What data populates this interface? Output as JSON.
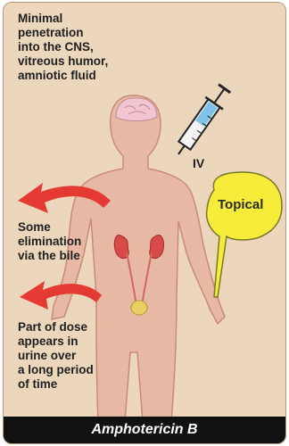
{
  "labels": {
    "cns": [
      "Minimal",
      "penetration",
      "into the CNS,",
      "vitreous humor,",
      "amniotic fluid"
    ],
    "iv": "IV",
    "topical": "Topical",
    "bile": [
      "Some",
      "elimination",
      "via the bile"
    ],
    "urine": [
      "Part of dose",
      "appears in",
      "urine over",
      "a long period",
      "of time"
    ]
  },
  "footer": {
    "drug_name": "Amphotericin B"
  },
  "colors": {
    "background": "#ecd7bd",
    "body": "#e7b8a4",
    "arrow": "#e53a33",
    "topical_bubble": "#f7ec3a",
    "kidney": "#d84a48",
    "syringe_fluid": "#7fc3e8",
    "footer": "#111111"
  }
}
